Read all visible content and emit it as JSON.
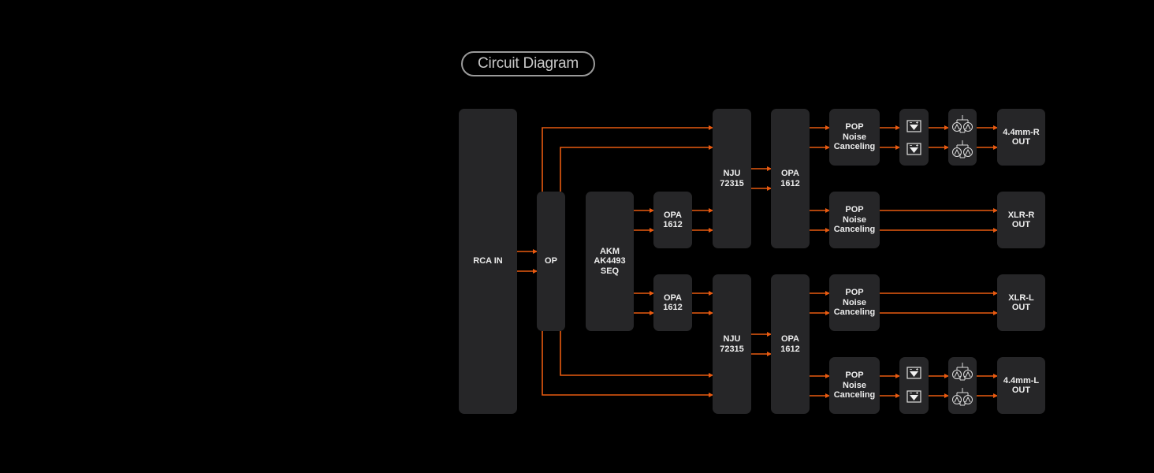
{
  "title": "Circuit Diagram",
  "colors": {
    "wire": "#e85a10",
    "block": "#262628",
    "background": "#000000",
    "text": "#ececec"
  },
  "blocks": {
    "rca_in": "RCA IN",
    "op": "OP",
    "akm": "AKM\nAK4493\nSEQ",
    "opa_top": "OPA\n1612",
    "opa_bottom": "OPA\n1612",
    "nju_top": "NJU\n72315",
    "nju_bottom": "NJU\n72315",
    "opa_out_top": "OPA\n1612",
    "opa_out_bottom": "OPA\n1612",
    "pop_1": "POP\nNoise\nCanceling",
    "pop_2": "POP\nNoise\nCanceling",
    "pop_3": "POP\nNoise\nCanceling",
    "pop_4": "POP\nNoise\nCanceling",
    "out_44r": "4.4mm-R\nOUT",
    "out_xlrr": "XLR-R\nOUT",
    "out_xlrl": "XLR-L\nOUT",
    "out_44l": "4.4mm-L\nOUT"
  },
  "icons": {
    "amp": "op-amp-icon",
    "transistor": "transistor-pair-icon"
  }
}
